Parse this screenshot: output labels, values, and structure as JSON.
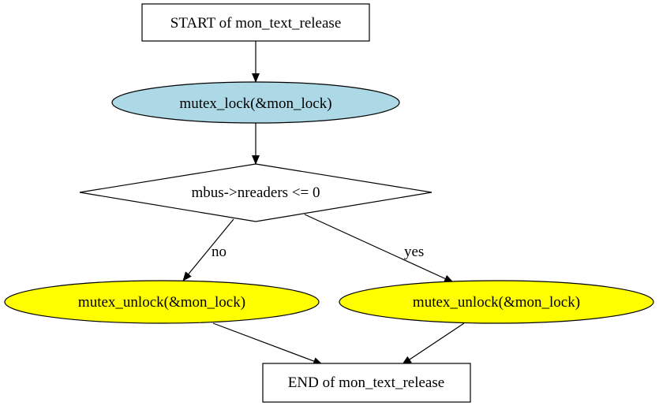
{
  "nodes": {
    "start": {
      "label": "START of mon_text_release",
      "shape": "box",
      "fill": "#ffffff"
    },
    "lock": {
      "label": "mutex_lock(&mon_lock)",
      "shape": "ellipse",
      "fill": "#add8e6"
    },
    "decision": {
      "label": "mbus->nreaders <= 0",
      "shape": "diamond",
      "fill": "#ffffff"
    },
    "unlock_no": {
      "label": "mutex_unlock(&mon_lock)",
      "shape": "ellipse",
      "fill": "#ffff00"
    },
    "unlock_yes": {
      "label": "mutex_unlock(&mon_lock)",
      "shape": "ellipse",
      "fill": "#ffff00"
    },
    "end": {
      "label": "END of mon_text_release",
      "shape": "box",
      "fill": "#ffffff"
    }
  },
  "edges": {
    "start_to_lock": {
      "from": "start",
      "to": "lock",
      "label": ""
    },
    "lock_to_decision": {
      "from": "lock",
      "to": "decision",
      "label": ""
    },
    "decision_to_unlock_no": {
      "from": "decision",
      "to": "unlock_no",
      "label": "no"
    },
    "decision_to_unlock_yes": {
      "from": "decision",
      "to": "unlock_yes",
      "label": "yes"
    },
    "unlock_no_to_end": {
      "from": "unlock_no",
      "to": "end",
      "label": ""
    },
    "unlock_yes_to_end": {
      "from": "unlock_yes",
      "to": "end",
      "label": ""
    }
  }
}
